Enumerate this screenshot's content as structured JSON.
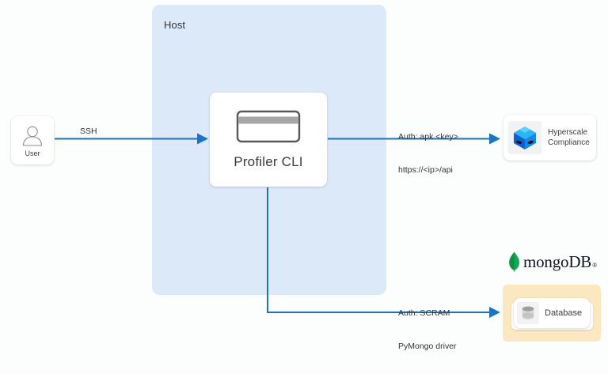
{
  "diagram": {
    "background_color": "#fcfdfd",
    "accent_color": "#1a73c8"
  },
  "host": {
    "label": "Host",
    "fill_color": "#dce9f9"
  },
  "db_zone": {
    "fill_color": "#fce8c0"
  },
  "nodes": {
    "user": {
      "label": "User",
      "icon": "user-person-icon"
    },
    "profiler": {
      "label": "Profiler CLI",
      "icon": "terminal-card-icon"
    },
    "hyperscale": {
      "line1": "Hyperscale",
      "line2": "Compliance",
      "icon": "delphix-cube-icon"
    },
    "mongodb": {
      "wordmark": "mongoDB",
      "trademark": "®",
      "icon": "mongodb-leaf-icon",
      "leaf_color": "#10aa50"
    },
    "database": {
      "label": "Database",
      "icon": "database-cylinder-icon"
    }
  },
  "edges": {
    "user_to_profiler": {
      "label": "SSH"
    },
    "profiler_to_hyperscale": {
      "line1": "Auth: apk <key>",
      "line2": "https://<ip>/api"
    },
    "profiler_to_database": {
      "line1": "Auth: SCRAM",
      "line2": "PyMongo driver"
    }
  }
}
